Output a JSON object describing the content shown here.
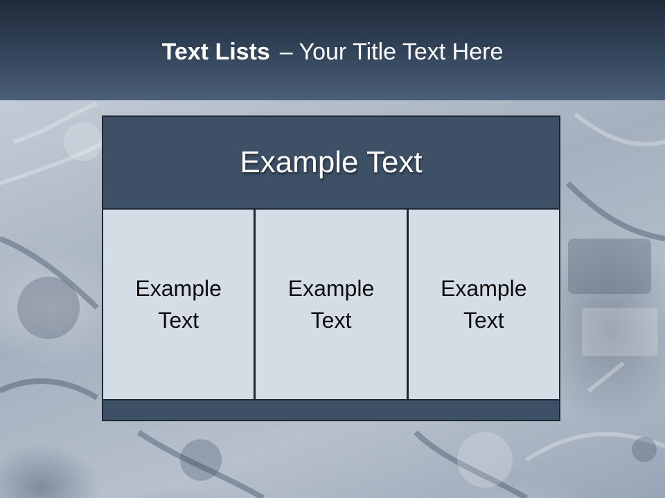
{
  "slide": {
    "title_bold": "Text Lists",
    "title_rest": "– Your Title Text Here"
  },
  "table": {
    "header": "Example Text",
    "cells": [
      "Example Text",
      "Example Text",
      "Example Text"
    ]
  },
  "colors": {
    "header_band": "#34465c",
    "table_dark": "#3d5066",
    "table_cell": "#d4dce6",
    "border": "#1c2734"
  }
}
